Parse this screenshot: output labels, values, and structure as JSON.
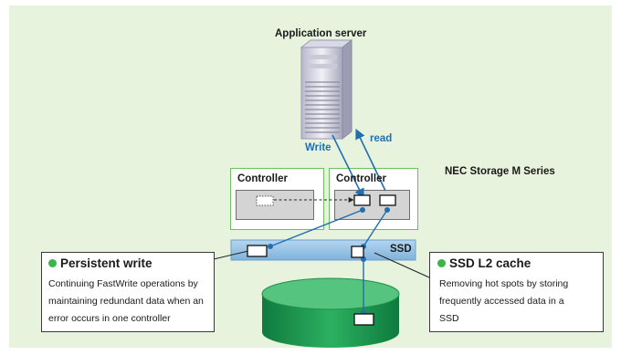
{
  "server": {
    "title": "Application server"
  },
  "arrows": {
    "write": "Write",
    "read": "read"
  },
  "controllers": [
    {
      "label": "Controller"
    },
    {
      "label": "Controller"
    }
  ],
  "storage": {
    "series": "NEC Storage M Series",
    "ssd_label": "SSD"
  },
  "callouts": {
    "left": {
      "title": "Persistent write",
      "lines": [
        "Continuing FastWrite operations by",
        "maintaining redundant data when an",
        "error occurs in one controller"
      ]
    },
    "right": {
      "title": "SSD L2 cache",
      "lines": [
        "Removing hot spots by storing",
        "frequently accessed data in a",
        "SSD"
      ]
    }
  },
  "colors": {
    "background": "#e7f3dd",
    "accent_green": "#3bb54a",
    "arrow_blue": "#1f6fb3",
    "controller_border": "#6cc062",
    "ssd_bar": "#9cc4e6",
    "disk": "#1f9a52"
  },
  "icons": [
    "server-icon",
    "disk-icon",
    "bullet-dot-icon"
  ]
}
